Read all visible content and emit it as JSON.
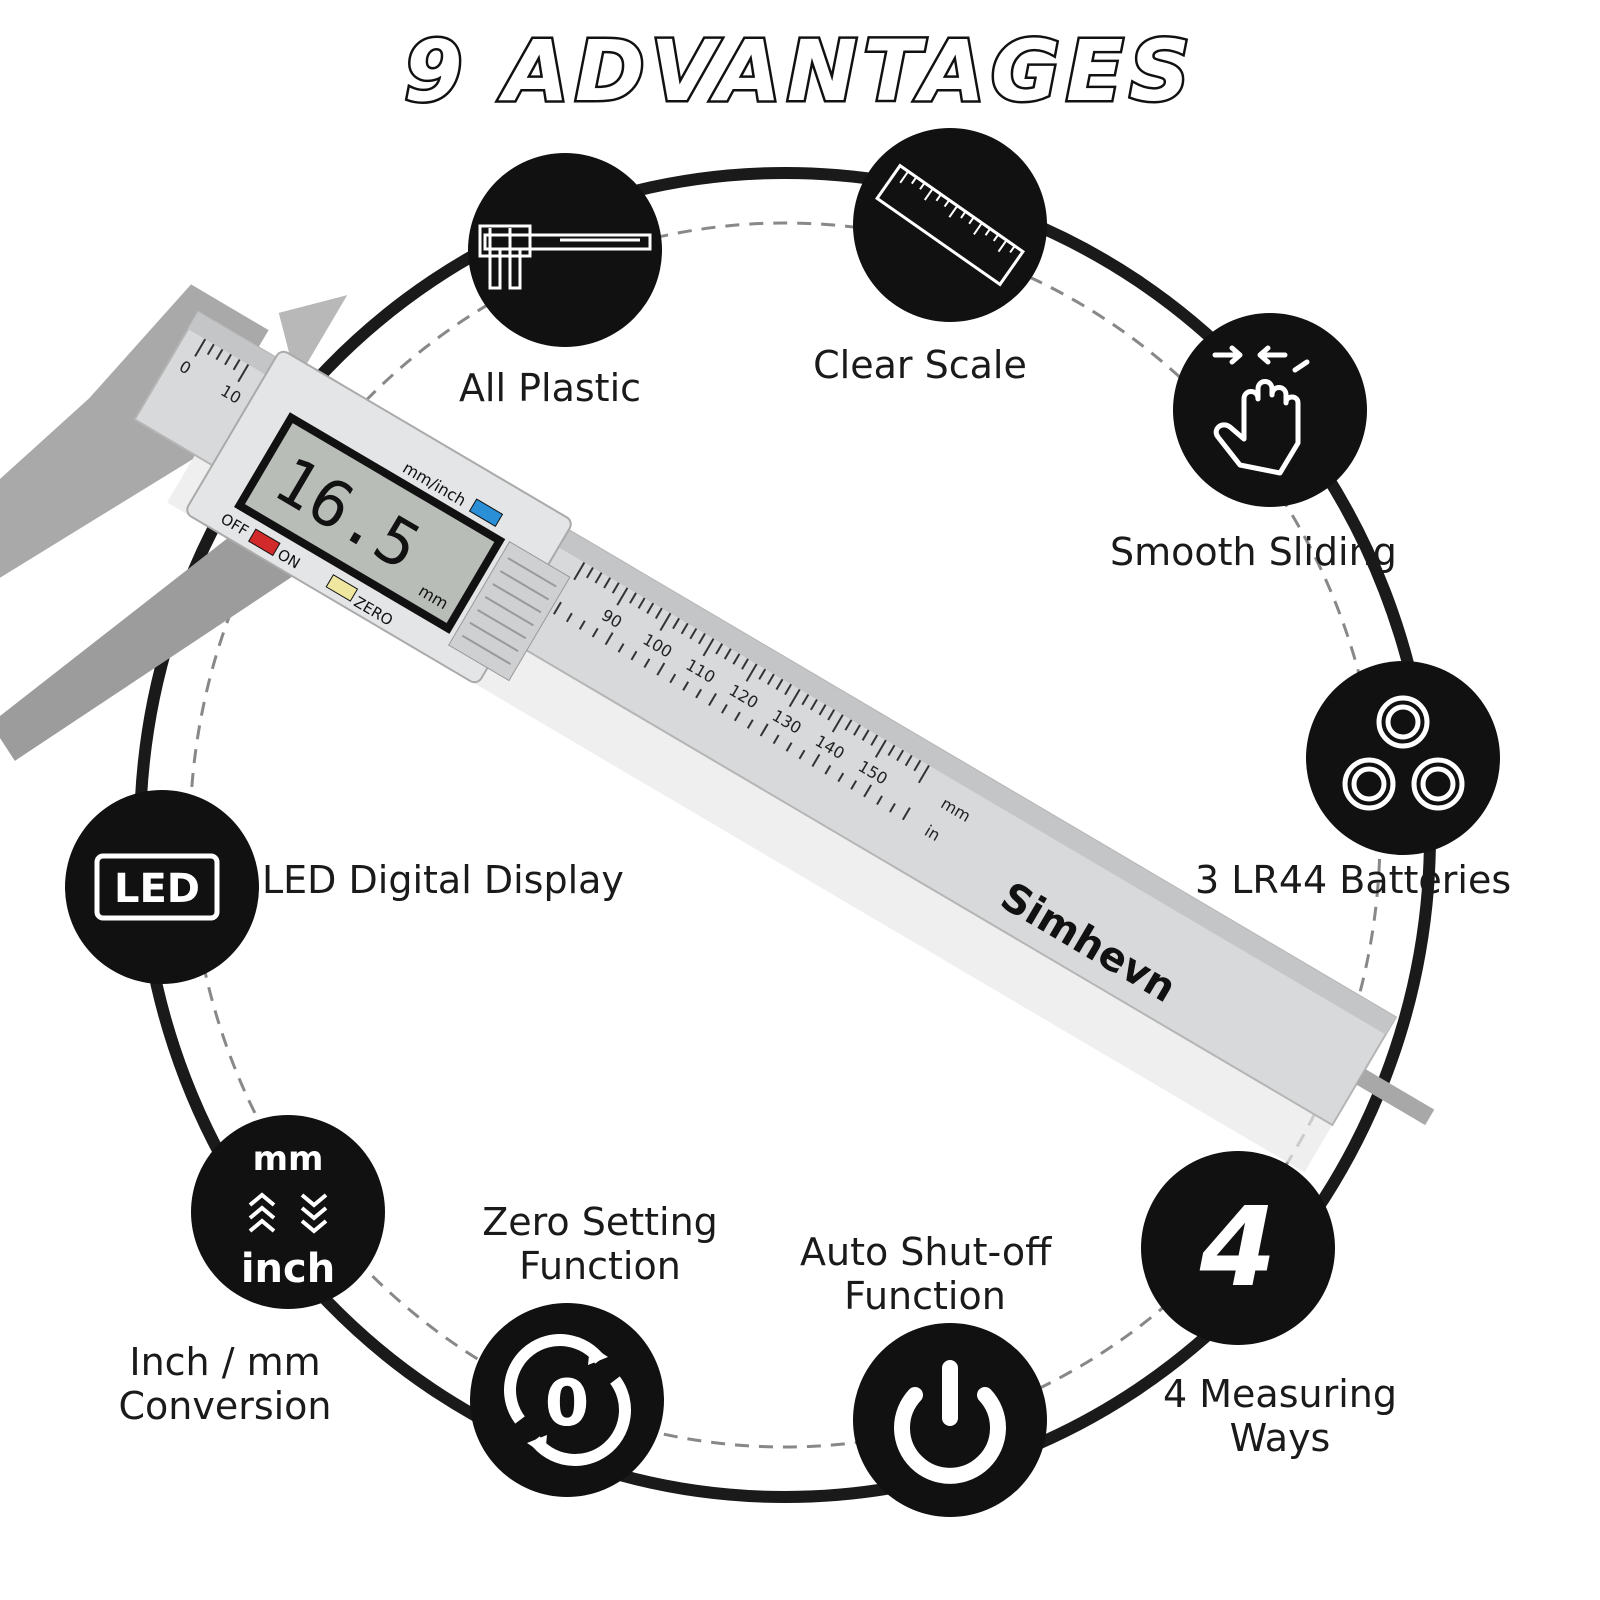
{
  "title": "9 ADVANTAGES",
  "features": [
    {
      "label": "All Plastic",
      "icon": "caliper-icon"
    },
    {
      "label": "Clear Scale",
      "icon": "ruler-icon"
    },
    {
      "label": "Smooth Sliding",
      "icon": "hand-swipe-icon"
    },
    {
      "label": "3 LR44 Batteries",
      "icon": "batteries-icon"
    },
    {
      "label": "LED Digital Display",
      "icon": "led-icon",
      "icon_text": "LED"
    },
    {
      "label_line1": "Inch / mm",
      "label_line2": "Conversion",
      "icon": "unit-conversion-icon",
      "icon_text_top": "mm",
      "icon_text_bottom": "inch"
    },
    {
      "label_line1": "Zero Setting",
      "label_line2": "Function",
      "icon": "zero-reset-icon",
      "icon_text": "0"
    },
    {
      "label_line1": "Auto Shut-off",
      "label_line2": "Function",
      "icon": "power-icon"
    },
    {
      "label_line1": "4 Measuring",
      "label_line2": "Ways",
      "icon": "number-four-icon",
      "icon_text": "4"
    }
  ],
  "caliper": {
    "reading": "16.5",
    "reading_unit": "mm",
    "unit_button": "mm/inch",
    "off_label": "OFF",
    "on_label": "ON",
    "zero_label": "ZERO",
    "brand": "Simhevn",
    "scale_unit_mm": "mm",
    "scale_unit_in": "in",
    "scale_numbers": [
      "0",
      "10",
      "90",
      "100",
      "110",
      "120",
      "130",
      "140",
      "150"
    ],
    "colors": {
      "unit_button": "#2a8fd6",
      "on_off_button": "#d22a2a",
      "zero_button": "#efe6a0",
      "lcd": "#b9bdb8",
      "body": "#d9dadb"
    }
  }
}
